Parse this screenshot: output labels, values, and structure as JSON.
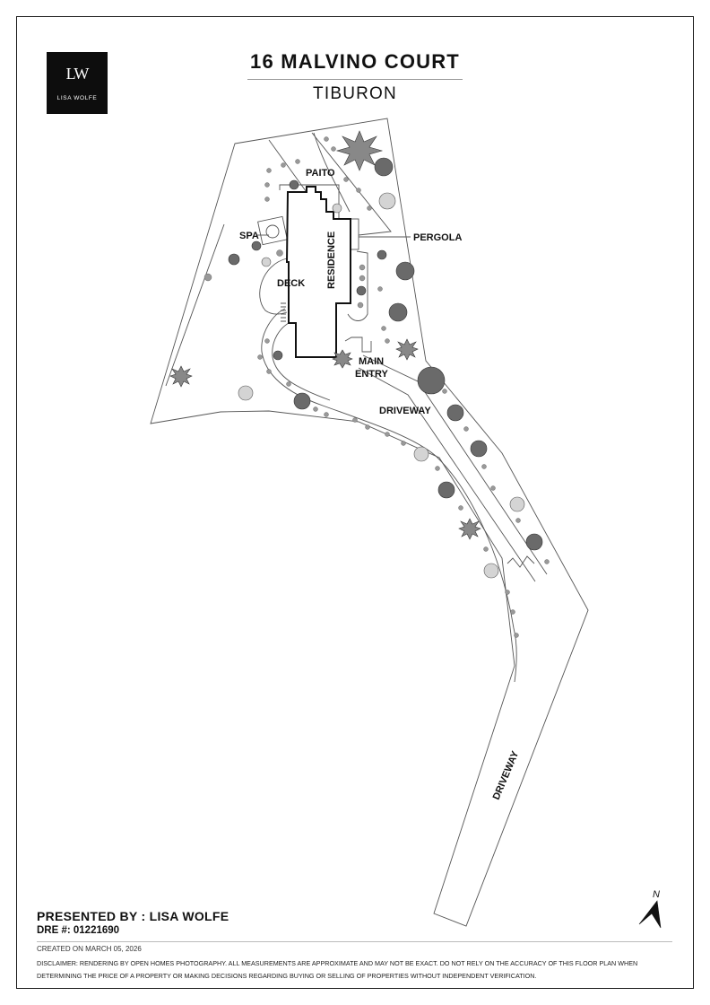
{
  "header": {
    "title": "16 MALVINO COURT",
    "subtitle": "TIBURON"
  },
  "logo": {
    "monogram": "LW",
    "name": "LISA WOLFE"
  },
  "labels": {
    "paito": "PAITO",
    "spa": "SPA",
    "pergola": "PERGOLA",
    "deck": "DECK",
    "residence": "RESIDENCE",
    "main_entry_1": "MAIN",
    "main_entry_2": "ENTRY",
    "driveway_upper": "DRIVEWAY",
    "driveway_lower": "DRIVEWAY",
    "north": "N"
  },
  "footer": {
    "presented_by": "PRESENTED BY :  LISA WOLFE",
    "dre": "DRE #: 01221690",
    "created": "CREATED ON MARCH 05, 2026",
    "disclaimer": "DISCLAIMER: RENDERING BY OPEN HOMES PHOTOGRAPHY. ALL MEASUREMENTS ARE APPROXIMATE AND MAY NOT BE EXACT. DO NOT RELY ON THE ACCURACY OF THIS FLOOR PLAN WHEN DETERMINING THE PRICE OF A PROPERTY OR MAKING DECISIONS REGARDING BUYING OR SELLING OF PROPERTIES WITHOUT INDEPENDENT VERIFICATION."
  },
  "colors": {
    "line": "#555555",
    "building": "#111111",
    "tree_dark": "#6b6b6b",
    "tree_light": "#bdbdbd"
  }
}
